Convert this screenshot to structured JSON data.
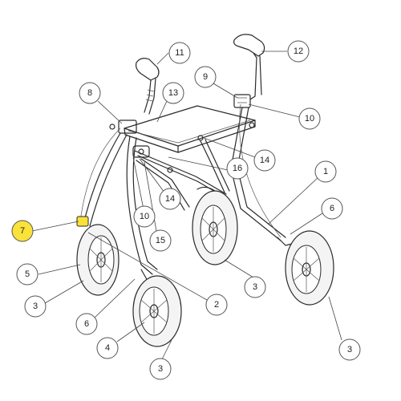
{
  "diagram": {
    "highlight_color": "#fbe23a",
    "callouts": [
      {
        "id": "c11a",
        "label": "11"
      },
      {
        "id": "c12",
        "label": "12"
      },
      {
        "id": "c9",
        "label": "9"
      },
      {
        "id": "c8",
        "label": "8"
      },
      {
        "id": "c13",
        "label": "13"
      },
      {
        "id": "c10a",
        "label": "10"
      },
      {
        "id": "c14a",
        "label": "14"
      },
      {
        "id": "c16",
        "label": "16"
      },
      {
        "id": "c1",
        "label": "1"
      },
      {
        "id": "c14b",
        "label": "14"
      },
      {
        "id": "c10b",
        "label": "10"
      },
      {
        "id": "c15",
        "label": "15"
      },
      {
        "id": "c6a",
        "label": "6"
      },
      {
        "id": "c7",
        "label": "7",
        "highlighted": true
      },
      {
        "id": "c5",
        "label": "5"
      },
      {
        "id": "c3a",
        "label": "3"
      },
      {
        "id": "c3b",
        "label": "3"
      },
      {
        "id": "c2",
        "label": "2"
      },
      {
        "id": "c6b",
        "label": "6"
      },
      {
        "id": "c4",
        "label": "4"
      },
      {
        "id": "c3c",
        "label": "3"
      },
      {
        "id": "c3d",
        "label": "3"
      }
    ]
  }
}
